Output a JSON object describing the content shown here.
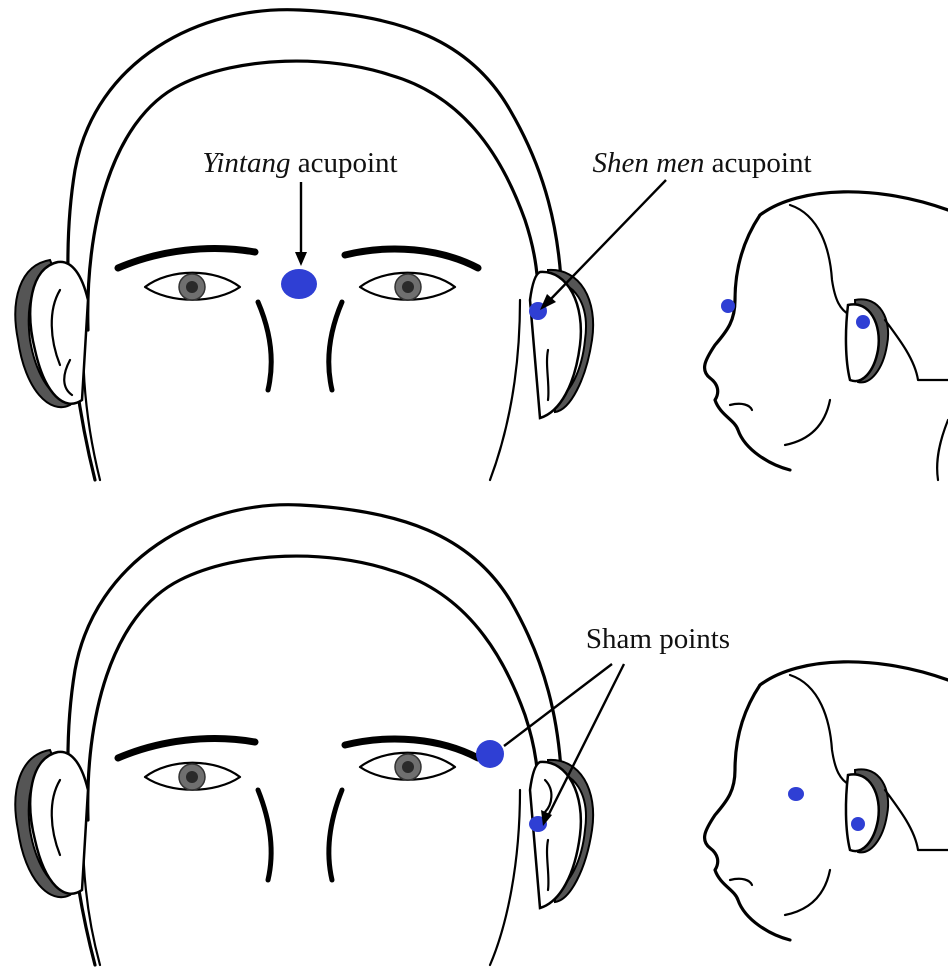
{
  "colors": {
    "point": "#2f3fd4",
    "line": "#000000",
    "background": "#ffffff"
  },
  "labels": {
    "yintang_italic": "Yintang",
    "yintang_rest": " acupoint",
    "shenmen_italic": "Shen men",
    "shenmen_rest": " acupoint",
    "sham": "Sham points"
  }
}
